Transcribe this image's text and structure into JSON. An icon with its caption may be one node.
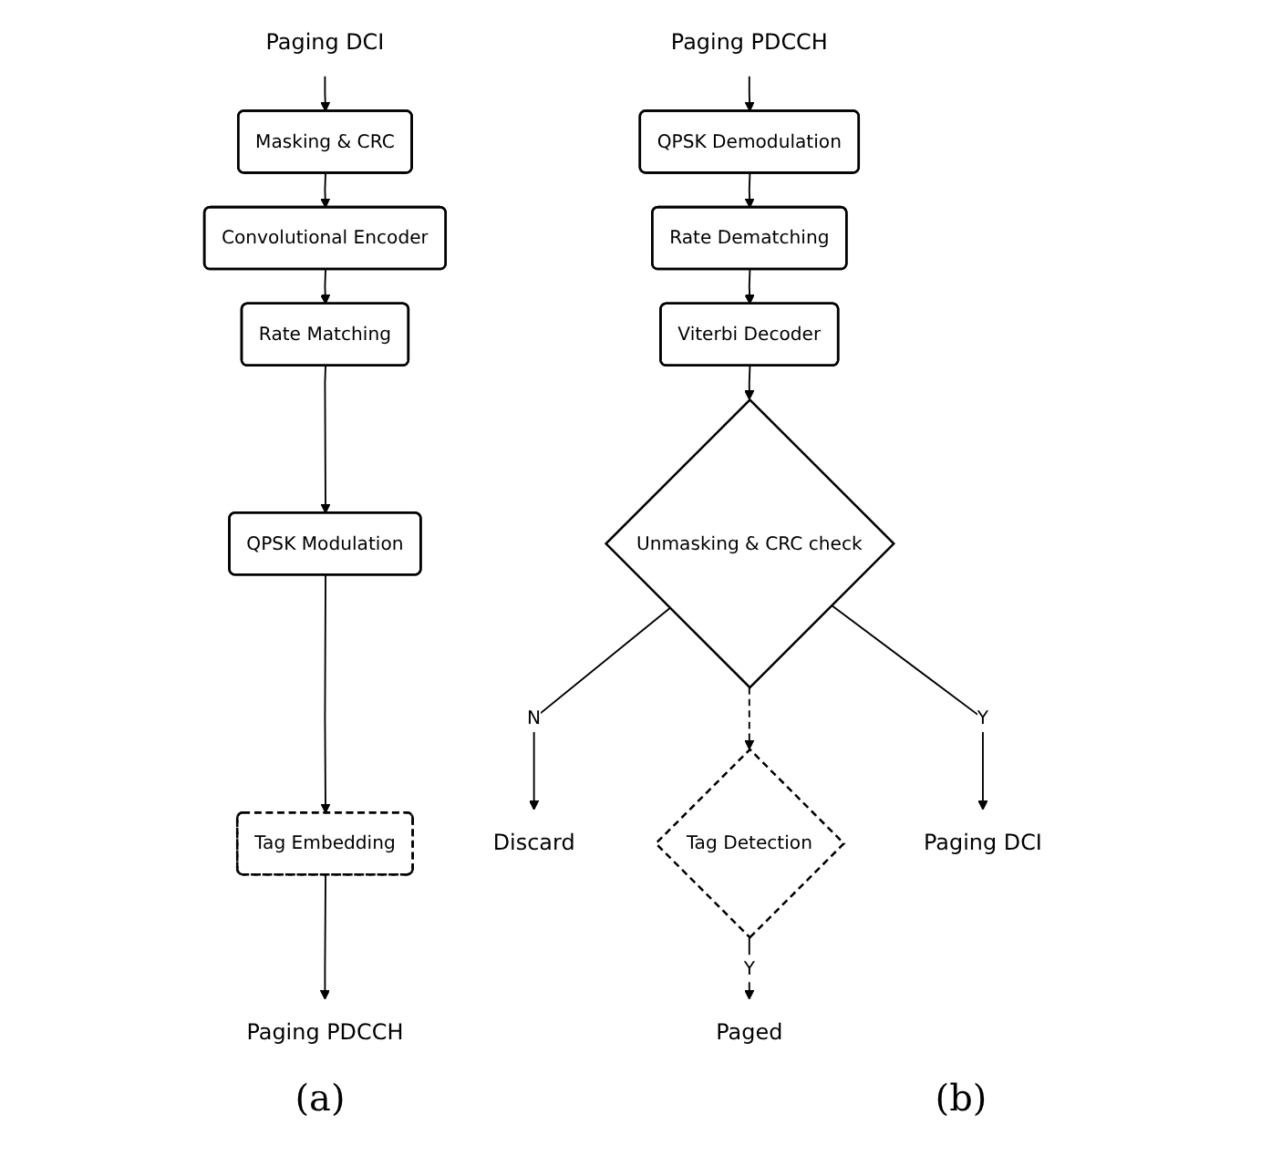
{
  "diagram": {
    "nodes": [
      {
        "text": [
          "Paging DCI"
        ]
      },
      {
        "text": [
          "Masking & CRC"
        ]
      },
      {
        "text": [
          "Convolutional Encoder"
        ]
      },
      {
        "text": [
          "Rate Matching"
        ]
      },
      {
        "text": [
          "QPSK Modulation"
        ]
      },
      {
        "text": [
          "Tag Embedding"
        ]
      },
      {
        "text": [
          "Paging PDCCH"
        ]
      },
      {
        "text": [
          "Paging PDCCH"
        ]
      },
      {
        "text": [
          "QPSK Demodulation"
        ]
      },
      {
        "text": [
          "Rate Dematching"
        ]
      },
      {
        "text": [
          "Viterbi Decoder"
        ]
      },
      {
        "text": [
          "Unmasking & CRC check"
        ]
      },
      {
        "text": [
          "Discard"
        ]
      },
      {
        "text": [
          "Tag Detection"
        ]
      },
      {
        "text": [
          "Paged"
        ]
      },
      {
        "text": [
          "Paging DCI"
        ]
      }
    ],
    "edges": [
      {
        "from": 0,
        "to": 1,
        "arrow": "to"
      },
      {
        "from": 1,
        "to": 2,
        "arrow": "to"
      },
      {
        "from": 2,
        "to": 3,
        "arrow": "to"
      },
      {
        "from": 3,
        "to": 4,
        "arrow": "to"
      },
      {
        "from": 4,
        "to": 5,
        "arrow": "to"
      },
      {
        "from": 5,
        "to": 6,
        "arrow": "to"
      },
      {
        "from": 7,
        "to": 8,
        "arrow": "to"
      },
      {
        "from": 8,
        "to": 9,
        "arrow": "to"
      },
      {
        "from": 9,
        "to": 10,
        "arrow": "to"
      },
      {
        "from": 10,
        "to": 11,
        "arrow": "to"
      },
      {
        "from": 11,
        "to": 12,
        "arrow": "to",
        "label": "N"
      },
      {
        "from": 11,
        "to": 15,
        "arrow": "to",
        "label": "Y"
      },
      {
        "from": 11,
        "to": 13,
        "arrow": "to",
        "style": "dashed"
      },
      {
        "from": 13,
        "to": 14,
        "arrow": "to",
        "label": "Y"
      }
    ],
    "labels": [
      "(a)",
      "(b)"
    ]
  }
}
